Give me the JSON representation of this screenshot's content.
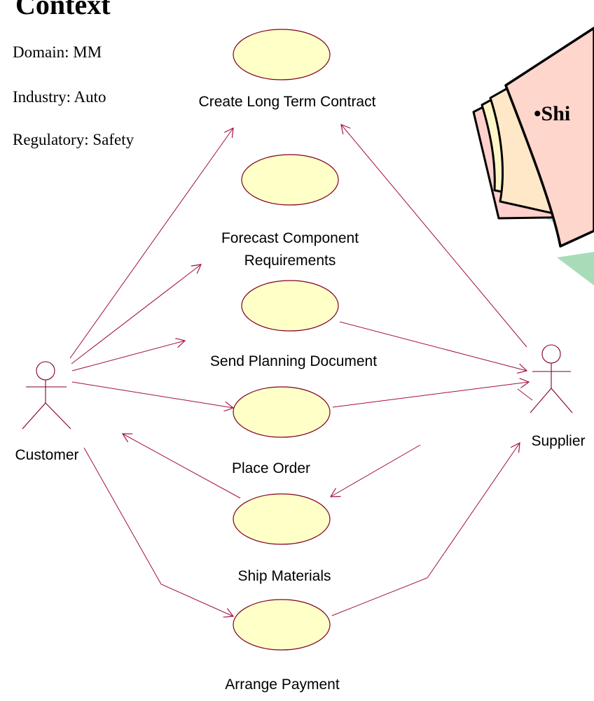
{
  "title": "Context",
  "context": {
    "domain": "Domain:  MM",
    "industry": "Industry:  Auto",
    "regulatory": "Regulatory:  Safety"
  },
  "actors": {
    "customer": "Customer",
    "supplier": "Supplier"
  },
  "use_cases": {
    "create_contract_label": "Create Long Term Contract",
    "forecast_line1": "Forecast Component",
    "forecast_line2": "Requirements",
    "send_planning_label": "Send Planning Document",
    "place_order_label": "Place Order",
    "ship_materials_label": "Ship Materials",
    "arrange_payment_label": "Arrange Payment"
  },
  "note": {
    "text": "•Shi"
  },
  "colors": {
    "use_case_fill": "#ffffc8",
    "line": "#a0103a",
    "note_pink": "#ffd0cc",
    "note_yellow": "#fff6c8",
    "note_cyan": "#c8e8ee",
    "note_green": "#a8dcb8"
  }
}
